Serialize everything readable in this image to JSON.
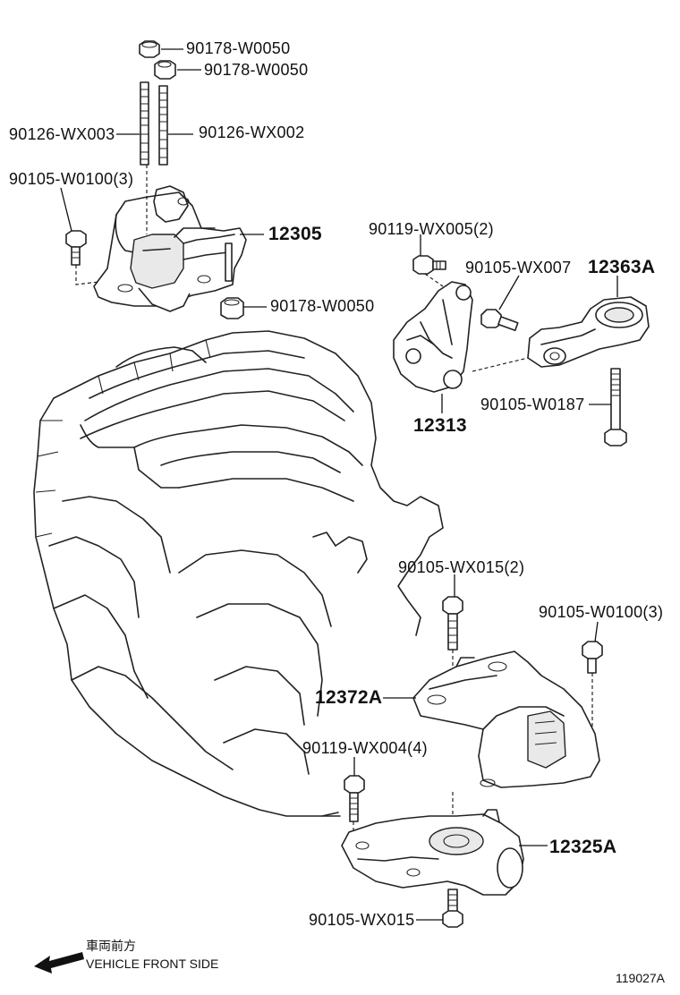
{
  "labels": {
    "nut_top_1": "90178-W0050",
    "nut_top_2": "90178-W0050",
    "stud_a": "90126-WX003",
    "stud_b": "90126-WX002",
    "bolt_left": "90105-W0100(3)",
    "mount_upper": "12305",
    "nut_lower": "90178-W0050",
    "bolt_bracket": "90119-WX005(2)",
    "bolt_mid": "90105-WX007",
    "rod_mount": "12363A",
    "bracket_rear": "12313",
    "bolt_rod": "90105-W0187",
    "bolt_trans_top": "90105-WX015(2)",
    "bolt_trans_right": "90105-W0100(3)",
    "bracket_trans": "12372A",
    "bolt_trans_left": "90119-WX004(4)",
    "mount_trans": "12325A",
    "bolt_trans_bottom": "90105-WX015"
  },
  "direction": {
    "japanese": "車両前方",
    "english": "VEHICLE FRONT SIDE"
  },
  "figure_id": "119027A"
}
